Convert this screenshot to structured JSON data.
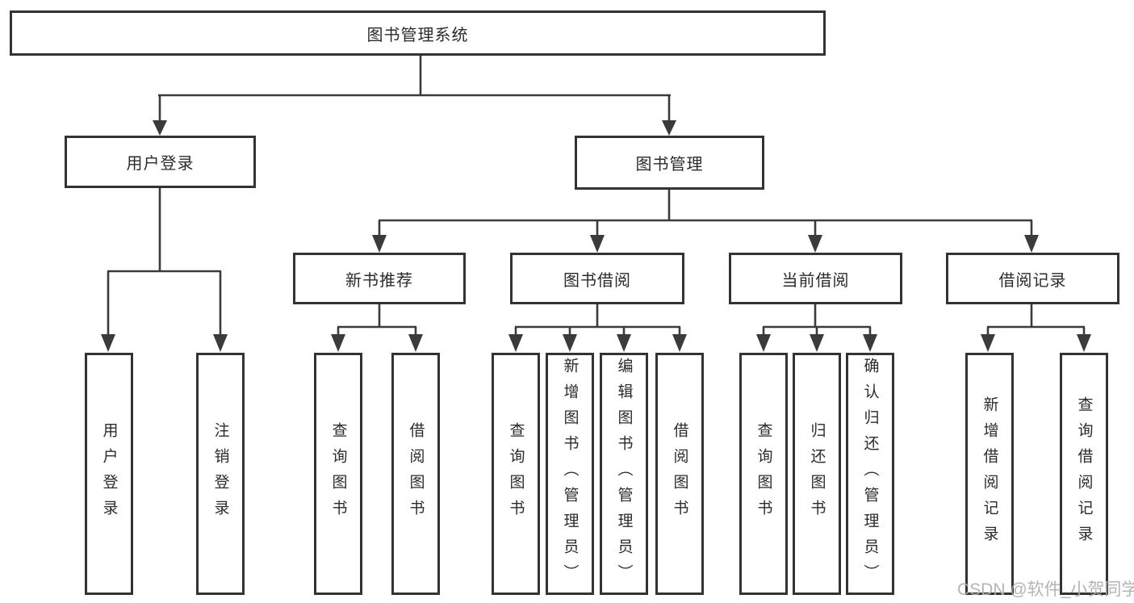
{
  "diagram": {
    "root": {
      "label": "图书管理系统"
    },
    "level2": [
      {
        "label": "用户登录"
      },
      {
        "label": "图书管理"
      }
    ],
    "level3": [
      {
        "label": "新书推荐"
      },
      {
        "label": "图书借阅"
      },
      {
        "label": "当前借阅"
      },
      {
        "label": "借阅记录"
      }
    ],
    "leaves": {
      "user_login": [
        "用户登录",
        "注销登录"
      ],
      "new_book_rec": [
        "查询图书",
        "借阅图书"
      ],
      "book_borrow": [
        "查询图书",
        "新增图书（管理员）",
        "编辑图书（管理员）",
        "借阅图书"
      ],
      "current_borrow": [
        "查询图书",
        "归还图书",
        "确认归还（管理员）"
      ],
      "borrow_records": [
        "新增借阅记录",
        "查询借阅记录"
      ]
    }
  },
  "watermark": {
    "text": "CSDN @软件_小贺同学"
  },
  "colors": {
    "line": "#3b3b3b",
    "box_border": "#333333",
    "text": "#2b2b2b",
    "background": "#ffffff",
    "watermark": "#b0b0b0"
  }
}
